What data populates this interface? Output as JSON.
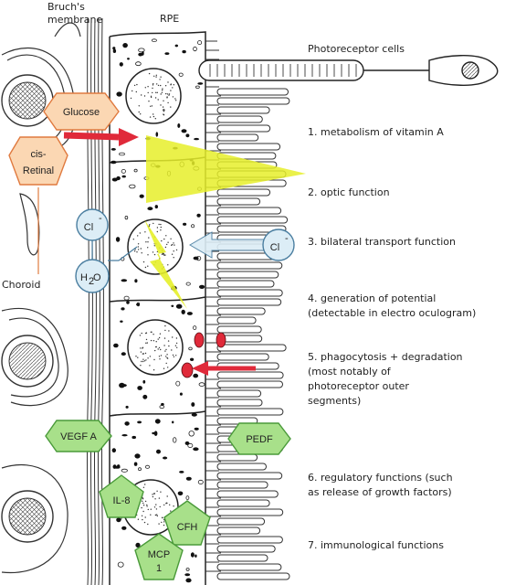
{
  "header": {
    "bruchs_line1": "Bruch's",
    "bruchs_line2": "membrane",
    "rpe": "RPE",
    "photoreceptor": "Photoreceptor cells",
    "choroid": "Choroid"
  },
  "molecules": {
    "glucose": "Glucose",
    "cis_retinal_1": "cis-",
    "cis_retinal_2": "Retinal",
    "cl_left": "Cl",
    "cl_left_sup": "-",
    "cl_right": "Cl",
    "cl_right_sup": "-",
    "h2o_h": "H",
    "h2o_sub": "2",
    "h2o_o": "O",
    "vegf": "VEGF A",
    "pedf": "PEDF",
    "il8": "IL-8",
    "cfh": "CFH",
    "mcp_1": "MCP",
    "mcp_2": "1"
  },
  "functions": [
    {
      "text": "1. metabolism of vitamin A",
      "line2": "",
      "line3": "",
      "line4": ""
    },
    {
      "text": "2. optic function",
      "line2": "",
      "line3": "",
      "line4": ""
    },
    {
      "text": "3. bilateral transport function",
      "line2": "",
      "line3": "",
      "line4": ""
    },
    {
      "text": "4. generation of potential",
      "line2": "(detectable in electro oculogram)",
      "line3": "",
      "line4": ""
    },
    {
      "text": "5. phagocytosis + degradation",
      "line2": "(most notably of",
      "line3": "photoreceptor outer",
      "line4": "segments)"
    },
    {
      "text": "6. regulatory functions (such",
      "line2": "as release of growth factors)",
      "line3": "",
      "line4": ""
    },
    {
      "text": "7. immunological functions",
      "line2": "",
      "line3": "",
      "line4": ""
    }
  ],
  "colors": {
    "orange_fill": "#fbd7b3",
    "orange_stroke": "#e07a3f",
    "green_fill": "#a8e08a",
    "green_stroke": "#4a9a3a",
    "blue_fill": "#dcedf6",
    "blue_stroke": "#4a7ea0",
    "red_arrow": "#e02a3a",
    "yellow": "#e6ef2a"
  }
}
